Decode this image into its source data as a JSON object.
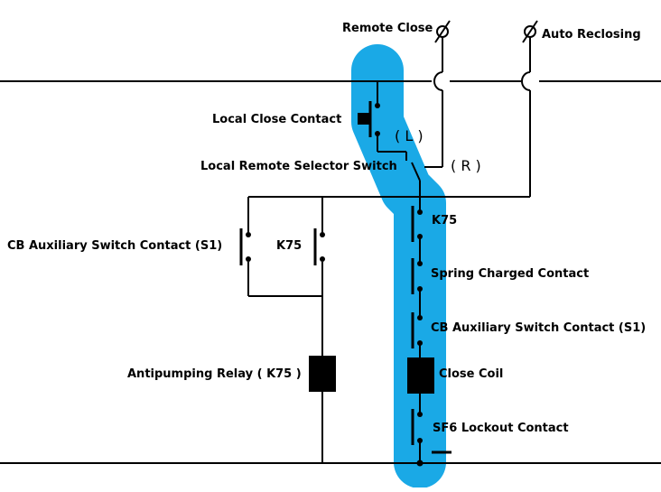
{
  "labels": {
    "remote_close": "Remote Close",
    "auto_reclosing": "Auto Reclosing",
    "local_close_contact": "Local Close Contact",
    "selector_switch": "Local Remote Selector Switch",
    "pos_local": "( L )",
    "pos_remote": "( R )",
    "cb_aux_left": "CB Auxiliary Switch Contact (S1)",
    "k75_left": "K75",
    "k75_right": "K75",
    "spring_charged": "Spring Charged Contact",
    "cb_aux_right": "CB Auxiliary Switch Contact (S1)",
    "antipumping_relay": "Antipumping Relay ( K75 )",
    "close_coil": "Close Coil",
    "sf6_lockout": "SF6 Lockout Contact"
  },
  "colors": {
    "highlight": "#1aa9e6",
    "wire": "#000000",
    "background": "#ffffff"
  }
}
